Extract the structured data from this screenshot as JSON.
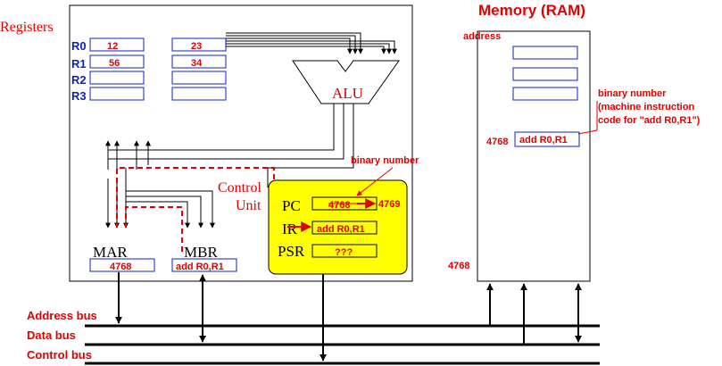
{
  "titles": {
    "registers": "Registers",
    "memory": "Memory (RAM)",
    "address": "address",
    "control_unit_line1": "Control",
    "control_unit_line2": "Unit",
    "alu": "ALU"
  },
  "registers": [
    {
      "name": "R0",
      "left_value": "12",
      "right_value": "23"
    },
    {
      "name": "R1",
      "left_value": "56",
      "right_value": "34"
    },
    {
      "name": "R2",
      "left_value": "",
      "right_value": ""
    },
    {
      "name": "R3",
      "left_value": "",
      "right_value": ""
    }
  ],
  "mar": {
    "label": "MAR",
    "value": "4768"
  },
  "mbr": {
    "label": "MBR",
    "value": "add R0,R1"
  },
  "control": {
    "pc_label": "PC",
    "pc_value": "4768",
    "pc_next": "4769",
    "ir_label": "IR",
    "ir_value": "add R0,R1",
    "psr_label": "PSR",
    "psr_value": "???",
    "binary_number_note": "binary number"
  },
  "memory": {
    "note_line1": "binary number",
    "note_line2": "(machine instruction",
    "note_line3": "code for \"add R0,R1\")",
    "cell_address": "4768",
    "cell_value": "add R0,R1",
    "bottom_address": "4768"
  },
  "buses": {
    "address": "Address bus",
    "data": "Data bus",
    "control": "Control bus"
  },
  "colors": {
    "red": "#e00000",
    "blue": "#1020c0",
    "yellow": "#ffff00",
    "black": "#000000"
  }
}
